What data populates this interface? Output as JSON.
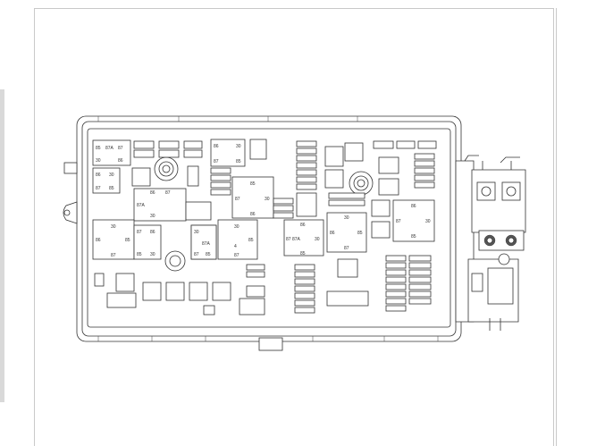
{
  "diagram": {
    "relays": [
      {
        "id": "r1",
        "pins": [
          "85",
          "87A",
          "87",
          "30",
          "86"
        ]
      },
      {
        "id": "r2",
        "pins": [
          "86",
          "30",
          "87",
          "85"
        ]
      },
      {
        "id": "r3",
        "pins": [
          "86",
          "30",
          "87",
          "85"
        ]
      },
      {
        "id": "r4",
        "pins": [
          "85",
          "87",
          "30",
          "86"
        ]
      },
      {
        "id": "r5",
        "pins": [
          "87A",
          "86",
          "87",
          "30"
        ]
      },
      {
        "id": "r6",
        "pins": [
          "30",
          "86",
          "85",
          "87"
        ]
      },
      {
        "id": "r7",
        "pins": [
          "87",
          "86",
          "85",
          "30"
        ]
      },
      {
        "id": "r8",
        "pins": [
          "85",
          "87",
          "86"
        ]
      },
      {
        "id": "r9",
        "pins": [
          "30",
          "85",
          "87A",
          "87"
        ]
      },
      {
        "id": "r10",
        "pins": [
          "30",
          "87",
          "85",
          "4"
        ]
      },
      {
        "id": "r11",
        "pins": [
          "87",
          "87A",
          "30",
          "86",
          "85"
        ]
      },
      {
        "id": "r12",
        "pins": [
          "86",
          "30",
          "85",
          "87"
        ]
      },
      {
        "id": "r13",
        "pins": [
          "86",
          "87",
          "30",
          "85"
        ]
      }
    ],
    "colors": {
      "line": "#333333",
      "page_border": "#c9c9c9",
      "background": "#ffffff"
    }
  }
}
